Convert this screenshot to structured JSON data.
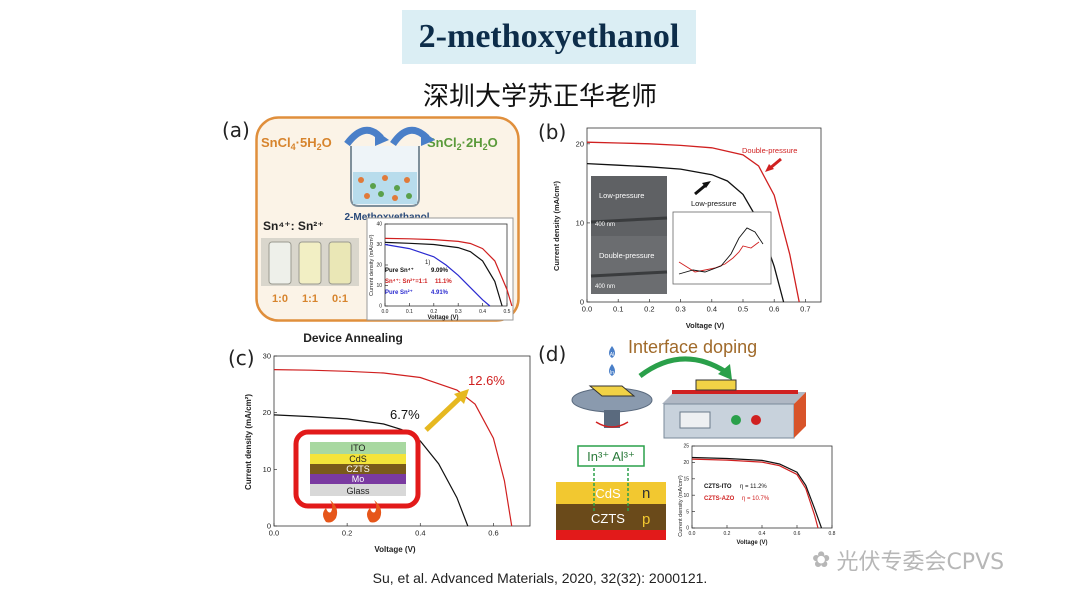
{
  "slide": {
    "title": "2-methoxyethanol",
    "subtitle": "深圳大学苏正华老师",
    "citation": "Su, et al. Advanced Materials, 2020, 32(32): 2000121.",
    "watermark": "光伏专委会CPVS"
  },
  "panels": {
    "a": {
      "label": "(a)",
      "left_reagent": "SnCl",
      "left_reagent_sub": "4",
      "left_reagent_rest": "·5H",
      "left_reagent_sub2": "2",
      "left_reagent_end": "O",
      "right_reagent": "SnCl",
      "right_reagent_sub": "2",
      "right_reagent_rest": "·2H",
      "right_reagent_sub2": "2",
      "right_reagent_end": "O",
      "solvent": "2-Methoxyethanol",
      "ratio_label": "Sn⁴⁺: Sn²⁺",
      "vial_labels": [
        "1:0",
        "1:1",
        "0:1"
      ],
      "caption": "Device Annealing",
      "inset_ylabel": "Current density (mA/cm²)",
      "inset_xlabel": "Voltage (V)",
      "inset_legend": [
        {
          "label": "Pure Sn⁴⁺",
          "value": "9.09%",
          "color": "#111111"
        },
        {
          "label": "Sn⁴⁺: Sn²⁺=1:1",
          "value": "11.1%",
          "color": "#d02020"
        },
        {
          "label": "Pure Sn²⁺",
          "value": "4.91%",
          "color": "#2a2ad0"
        }
      ],
      "inset_note": "1)"
    },
    "b": {
      "label": "(b)",
      "ylabel": "Current density (mA/cm²)",
      "xlabel": "Voltage (V)",
      "series_labels": [
        "Double-pressure",
        "Low-pressure"
      ],
      "sem_labels": [
        "Low-pressure",
        "Double-pressure"
      ],
      "scale_bar": "400 nm"
    },
    "c": {
      "label": "(c)",
      "ylabel": "Current density (mA/cm²)",
      "xlabel": "Voltage (V)",
      "eff_high": "12.6%",
      "eff_low": "6.7%",
      "layers": [
        "ITO",
        "CdS",
        "CZTS",
        "Mo",
        "Glass"
      ]
    },
    "d": {
      "label": "(d)",
      "title": "Interface doping",
      "drop_labels": [
        "Al",
        "In"
      ],
      "ions": "In³⁺ Al³⁺",
      "layer_top": "CdS",
      "layer_bottom": "CZTS",
      "type_top": "n",
      "type_bottom": "p",
      "inset_ylabel": "Current density (mA/cm²)",
      "inset_xlabel": "Voltage (V)",
      "inset_legend": [
        {
          "label": "CZTS-ITO",
          "value": "η = 11.2%",
          "color": "#111111"
        },
        {
          "label": "CZTS-AZO",
          "value": "η = 10.7%",
          "color": "#d02020"
        }
      ]
    }
  },
  "chart_data": [
    {
      "panel": "a-inset",
      "type": "line",
      "xlabel": "Voltage (V)",
      "ylabel": "Current density (mA/cm²)",
      "xlim": [
        0,
        0.5
      ],
      "ylim": [
        0,
        40
      ],
      "xticks": [
        0.0,
        0.1,
        0.2,
        0.3,
        0.4,
        0.5
      ],
      "yticks": [
        0,
        10,
        20,
        30,
        40
      ],
      "series": [
        {
          "name": "Pure Sn⁴⁺",
          "color": "#111111",
          "x": [
            0,
            0.1,
            0.2,
            0.3,
            0.35,
            0.4,
            0.45,
            0.48
          ],
          "y": [
            31,
            30.6,
            30,
            28.5,
            26.5,
            22,
            12,
            0
          ]
        },
        {
          "name": "Sn⁴⁺: Sn²⁺=1:1",
          "color": "#d02020",
          "x": [
            0,
            0.1,
            0.2,
            0.3,
            0.35,
            0.4,
            0.45,
            0.5,
            0.52
          ],
          "y": [
            33,
            32.8,
            32.4,
            31.5,
            30.5,
            28,
            22,
            8,
            0
          ]
        },
        {
          "name": "Pure Sn²⁺",
          "color": "#2a2ad0",
          "x": [
            0,
            0.1,
            0.2,
            0.25,
            0.3,
            0.35,
            0.4,
            0.43
          ],
          "y": [
            30,
            28,
            24,
            20,
            15,
            9,
            3,
            0
          ]
        }
      ]
    },
    {
      "panel": "b",
      "type": "line",
      "xlabel": "Voltage (V)",
      "ylabel": "Current density (mA/cm²)",
      "xlim": [
        0,
        0.75
      ],
      "ylim": [
        0,
        22
      ],
      "xticks": [
        0.0,
        0.1,
        0.2,
        0.3,
        0.4,
        0.5,
        0.6,
        0.7
      ],
      "yticks": [
        0,
        10,
        20
      ],
      "series": [
        {
          "name": "Double-pressure",
          "color": "#d02020",
          "x": [
            0,
            0.1,
            0.2,
            0.3,
            0.4,
            0.5,
            0.55,
            0.6,
            0.65,
            0.68
          ],
          "y": [
            20.2,
            20.1,
            20.0,
            19.8,
            19.5,
            18.6,
            17.2,
            13.5,
            6,
            0
          ]
        },
        {
          "name": "Low-pressure",
          "color": "#111111",
          "x": [
            0,
            0.1,
            0.2,
            0.3,
            0.4,
            0.45,
            0.5,
            0.55,
            0.6,
            0.63
          ],
          "y": [
            17.5,
            17.3,
            17.1,
            16.8,
            16.1,
            15.3,
            13.6,
            10.2,
            4.5,
            0
          ]
        }
      ]
    },
    {
      "panel": "c",
      "type": "line",
      "xlabel": "Voltage (V)",
      "ylabel": "Current density (mA/cm²)",
      "xlim": [
        0,
        0.7
      ],
      "ylim": [
        0,
        30
      ],
      "xticks": [
        0.0,
        0.2,
        0.4,
        0.6
      ],
      "yticks": [
        0,
        10,
        20,
        30
      ],
      "series": [
        {
          "name": "12.6%",
          "color": "#d02020",
          "x": [
            0,
            0.1,
            0.2,
            0.3,
            0.4,
            0.5,
            0.55,
            0.6,
            0.63,
            0.65
          ],
          "y": [
            27.6,
            27.5,
            27.3,
            27.0,
            26.2,
            24,
            21.5,
            15.5,
            8,
            0
          ]
        },
        {
          "name": "6.7%",
          "color": "#111111",
          "x": [
            0,
            0.1,
            0.2,
            0.3,
            0.35,
            0.4,
            0.45,
            0.5,
            0.53
          ],
          "y": [
            19.6,
            19.3,
            18.9,
            18.0,
            17.0,
            15.0,
            11.0,
            5.0,
            0
          ]
        }
      ]
    },
    {
      "panel": "d-inset",
      "type": "line",
      "xlabel": "Voltage (V)",
      "ylabel": "Current density (mA/cm²)",
      "xlim": [
        0,
        0.8
      ],
      "ylim": [
        0,
        25
      ],
      "xticks": [
        0.0,
        0.2,
        0.4,
        0.6,
        0.8
      ],
      "yticks": [
        0,
        5,
        10,
        15,
        20,
        25
      ],
      "series": [
        {
          "name": "CZTS-ITO",
          "color": "#111111",
          "x": [
            0,
            0.2,
            0.4,
            0.5,
            0.6,
            0.65,
            0.7,
            0.74
          ],
          "y": [
            21.5,
            21.2,
            20.6,
            19.5,
            17,
            13,
            6,
            0
          ]
        },
        {
          "name": "CZTS-AZO",
          "color": "#d02020",
          "x": [
            0,
            0.2,
            0.4,
            0.5,
            0.6,
            0.65,
            0.7,
            0.72
          ],
          "y": [
            21.0,
            20.7,
            20.1,
            19.0,
            16.3,
            12,
            4,
            0
          ]
        }
      ]
    }
  ]
}
